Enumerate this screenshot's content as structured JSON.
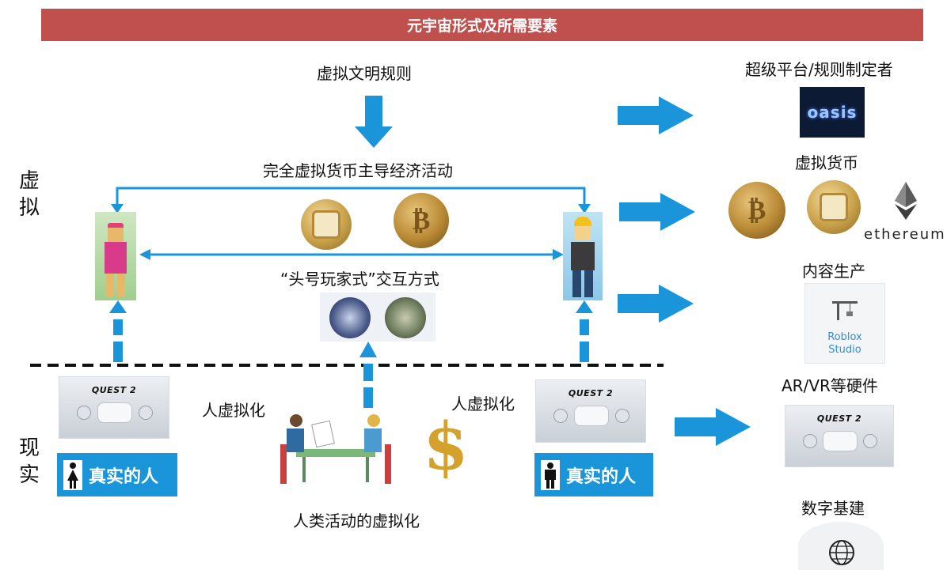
{
  "header": {
    "title": "元宇宙形式及所需要素"
  },
  "sides": {
    "virtual": "虚\n拟",
    "real": "现\n实"
  },
  "center": {
    "rules": "虚拟文明规则",
    "economy": "完全虚拟货币主导经济活动",
    "interaction": "“头号玩家式”交互方式",
    "human_activity": "人类活动的虚拟化",
    "virtualize_left": "人虚拟化",
    "virtualize_right": "人虚拟化",
    "person_left": "真实的人",
    "person_right": "真实的人",
    "quest_label": "QUEST 2"
  },
  "right": {
    "platform": "超级平台/规则制定者",
    "oasis_logo": "oasis",
    "currency": "虚拟货币",
    "ethereum": "ethereum",
    "content": "内容生产",
    "roblox": "Roblox\nStudio",
    "hardware": "AR/VR等硬件",
    "quest_label": "QUEST 2",
    "infra": "数字基建"
  },
  "icons": [
    "down-arrow-icon",
    "right-arrow-icon",
    "dashed-up-arrow-icon",
    "bitcoin-icon",
    "robux-icon",
    "ethereum-icon",
    "female-person-icon",
    "male-person-icon",
    "globe-icon",
    "dollar-sign-icon"
  ],
  "colors": {
    "banner": "#c0504d",
    "arrow": "#1b95d9",
    "badge": "#1b95d9"
  }
}
